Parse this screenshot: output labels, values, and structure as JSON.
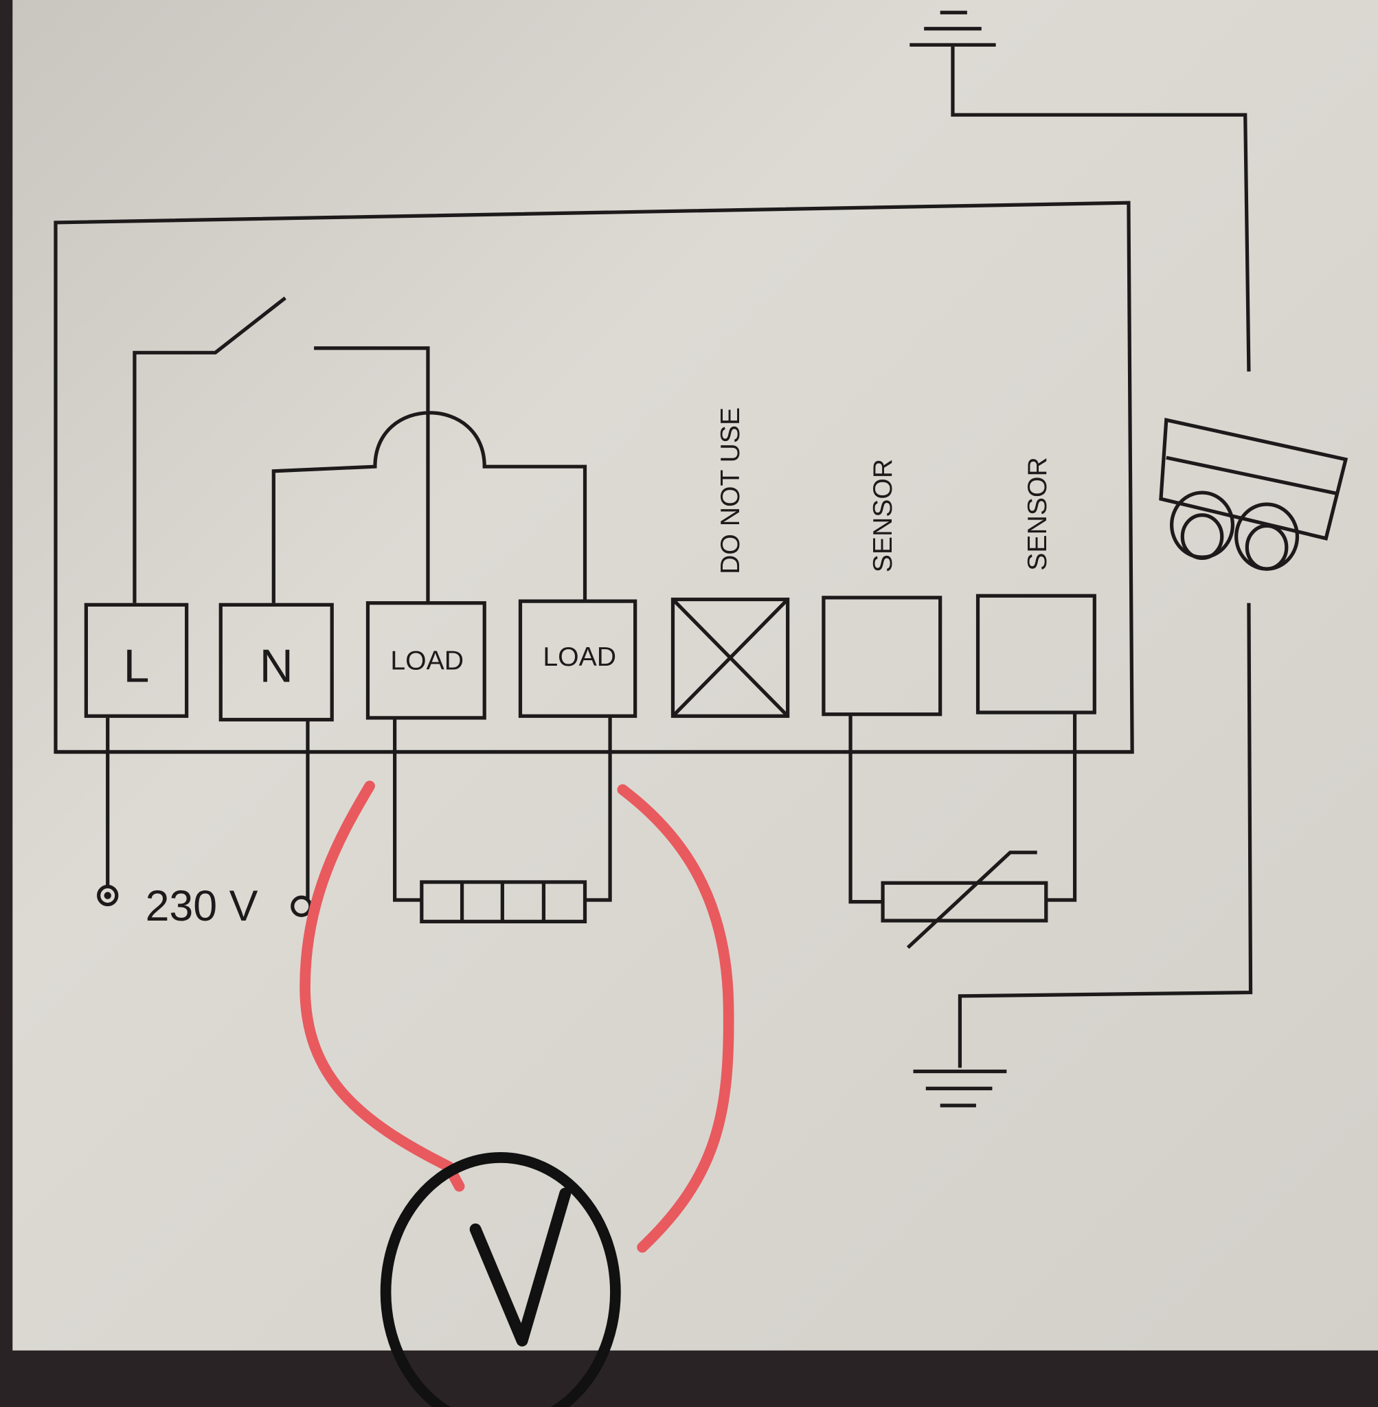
{
  "terminals": [
    {
      "id": "L",
      "label": "L"
    },
    {
      "id": "N",
      "label": "N"
    },
    {
      "id": "load1",
      "label": "LOAD"
    },
    {
      "id": "load2",
      "label": "LOAD"
    },
    {
      "id": "dnu",
      "label": "DO NOT USE"
    },
    {
      "id": "sensor1",
      "label": "SENSOR"
    },
    {
      "id": "sensor2",
      "label": "SENSOR"
    }
  ],
  "supply_label": "230 V",
  "annotation": {
    "meter_label": "V",
    "wire_color": "#e85a5e"
  },
  "colors": {
    "paper": "#d9d6d0",
    "ink": "#1c1a1a"
  }
}
